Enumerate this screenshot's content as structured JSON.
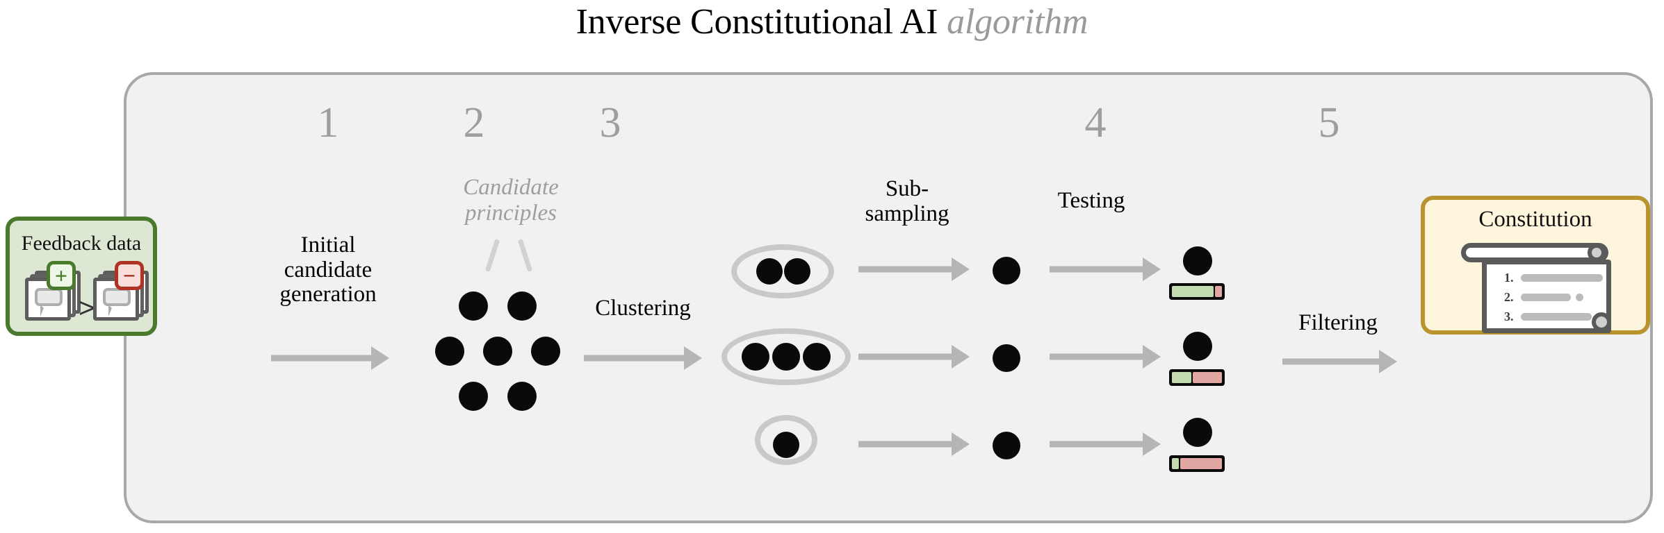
{
  "title": {
    "main": "Inverse Constitutional AI ",
    "emphasis": "algorithm"
  },
  "steps": [
    {
      "num": "1",
      "label": "Initial\ncandidate\ngeneration"
    },
    {
      "num": "2",
      "label": "Clustering"
    },
    {
      "num": "3",
      "label": "Sub-\nsampling"
    },
    {
      "num": "4",
      "label": "Testing"
    },
    {
      "num": "5",
      "label": "Filtering"
    }
  ],
  "annotations": {
    "candidate_principles": "Candidate\nprinciples"
  },
  "feedback_box": {
    "caption": "Feedback data",
    "preferred_badge": "+",
    "rejected_badge": "−",
    "comparator": ">"
  },
  "constitution_box": {
    "caption": "Constitution",
    "items": [
      {
        "num": "1.",
        "bars": [
          118
        ]
      },
      {
        "num": "2.",
        "bars": [
          72,
          11
        ]
      },
      {
        "num": "3.",
        "bars": [
          102
        ]
      }
    ]
  },
  "chart_data": {
    "type": "diagram",
    "title": "Inverse Constitutional AI algorithm",
    "candidate_dot_count": 7,
    "clusters": [
      {
        "size": 2
      },
      {
        "size": 3
      },
      {
        "size": 1
      }
    ],
    "subsampled_dots": 3,
    "test_results": [
      {
        "green_pct": 85,
        "red_pct": 15
      },
      {
        "green_pct": 40,
        "red_pct": 60
      },
      {
        "green_pct": 14,
        "red_pct": 86
      }
    ],
    "colors": {
      "panel_bg": "#f1f1f1",
      "panel_border": "#a8a8a8",
      "arrow": "#b5b5b5",
      "dot": "#0a0a0a",
      "ellipse": "#c9c9c9",
      "feedback_fill": "#dde8d4",
      "feedback_border": "#4a7a2c",
      "constitution_fill": "#fdf5dc",
      "constitution_border": "#b8932e",
      "pass_green": "#c3d9ae",
      "fail_red": "#e0a6a2",
      "step_number": "#9e9e9e"
    }
  }
}
